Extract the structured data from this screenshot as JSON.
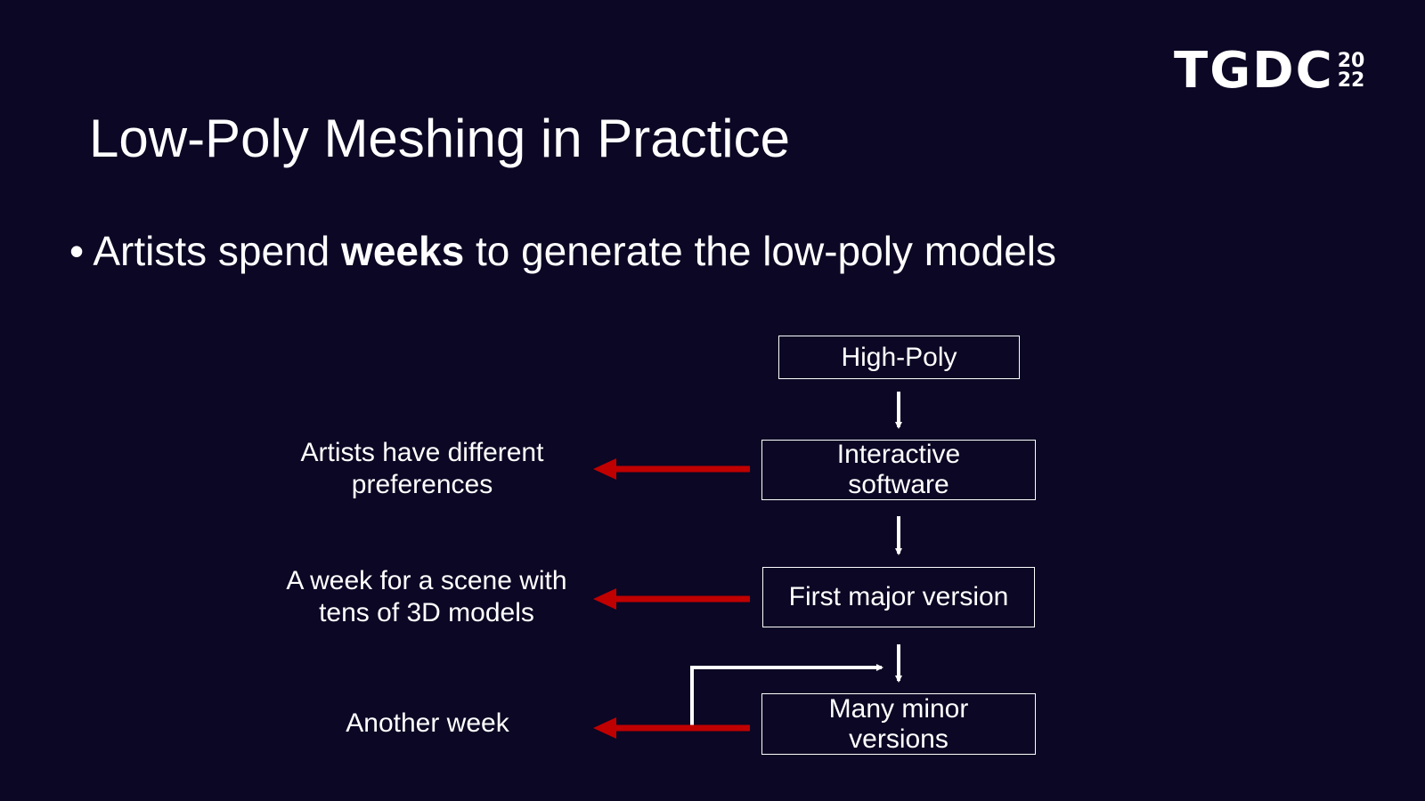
{
  "logo": {
    "text": "TGDC",
    "year_top": "20",
    "year_bottom": "22"
  },
  "title": "Low-Poly Meshing in Practice",
  "bullet": {
    "before": "Artists spend ",
    "bold": "weeks",
    "after": " to generate the low-poly models"
  },
  "diagram": {
    "boxes": {
      "high_poly": "High-Poly",
      "interactive_1": "Interactive",
      "interactive_2": "software",
      "first_major": "First major version",
      "many_minor_1": "Many minor",
      "many_minor_2": "versions"
    },
    "notes": {
      "preferences_1": "Artists have different",
      "preferences_2": "preferences",
      "week_1": "A week for a scene with",
      "week_2": "tens of 3D models",
      "another": "Another week"
    },
    "colors": {
      "flow_arrow": "#ffffff",
      "cost_arrow": "#c00000"
    }
  }
}
